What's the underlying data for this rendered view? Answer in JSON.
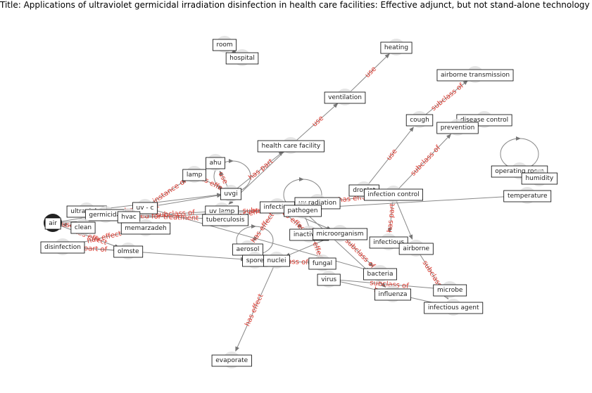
{
  "title": "Title: Applications of ultraviolet germicidal irradiation disinfection in health care facilities: Effective adjunct, but not stand-alone technology",
  "colors": {
    "edge": "#888888",
    "edge_label": "#d9382e",
    "node_fill": "#e0e0e0",
    "box_border": "#000000",
    "focus_node": "#222222"
  },
  "nodes": [
    {
      "id": "room",
      "label": "room"
    },
    {
      "id": "hospital",
      "label": "hospital"
    },
    {
      "id": "heating",
      "label": "heating"
    },
    {
      "id": "airborne_transmission",
      "label": "airborne transmission"
    },
    {
      "id": "ventilation",
      "label": "ventilation"
    },
    {
      "id": "cough",
      "label": "cough"
    },
    {
      "id": "disease_control",
      "label": "disease control"
    },
    {
      "id": "prevention",
      "label": "prevention"
    },
    {
      "id": "health_care_facility",
      "label": "health care facility"
    },
    {
      "id": "ahu",
      "label": "ahu"
    },
    {
      "id": "lamp",
      "label": "lamp"
    },
    {
      "id": "operating_room",
      "label": "operating room"
    },
    {
      "id": "humidity",
      "label": "humidity"
    },
    {
      "id": "uvgi",
      "label": "uvgi"
    },
    {
      "id": "droplet",
      "label": "droplet"
    },
    {
      "id": "infection_control",
      "label": "infection control"
    },
    {
      "id": "temperature",
      "label": "temperature"
    },
    {
      "id": "uv_radiation",
      "label": "uv radiation"
    },
    {
      "id": "ultraviolet",
      "label": "ultraviolet"
    },
    {
      "id": "germicidal",
      "label": "germicidal"
    },
    {
      "id": "uv_c",
      "label": "uv - c"
    },
    {
      "id": "infection",
      "label": "infection"
    },
    {
      "id": "pathogen",
      "label": "pathogen"
    },
    {
      "id": "uv_lamp",
      "label": "uv lamp"
    },
    {
      "id": "hvac",
      "label": "hvac"
    },
    {
      "id": "tuberculosis",
      "label": "tuberculosis"
    },
    {
      "id": "air",
      "label": "air"
    },
    {
      "id": "clean",
      "label": "clean"
    },
    {
      "id": "memarzadeh",
      "label": "memarzadeh"
    },
    {
      "id": "inactivate",
      "label": "inactivate"
    },
    {
      "id": "microorganism",
      "label": "microorganism"
    },
    {
      "id": "infectious",
      "label": "infectious"
    },
    {
      "id": "disinfection",
      "label": "disinfection"
    },
    {
      "id": "olmste",
      "label": "olmste"
    },
    {
      "id": "aerosol",
      "label": "aerosol"
    },
    {
      "id": "airborne",
      "label": "airborne"
    },
    {
      "id": "spore",
      "label": "spore"
    },
    {
      "id": "nuclei",
      "label": "nuclei"
    },
    {
      "id": "fungal",
      "label": "fungal"
    },
    {
      "id": "bacteria",
      "label": "bacteria"
    },
    {
      "id": "virus",
      "label": "virus"
    },
    {
      "id": "microbe",
      "label": "microbe"
    },
    {
      "id": "influenza",
      "label": "influenza"
    },
    {
      "id": "infectious_agent",
      "label": "infectious agent"
    },
    {
      "id": "evaporate",
      "label": "evaporate"
    }
  ],
  "edges": [
    {
      "source": "ventilation",
      "target": "heating",
      "label": "use"
    },
    {
      "source": "health_care_facility",
      "target": "ventilation",
      "label": "use"
    },
    {
      "source": "cough",
      "target": "airborne_transmission",
      "label": "subclass of"
    },
    {
      "source": "droplet",
      "target": "cough",
      "label": "use"
    },
    {
      "source": "infection_control",
      "target": "prevention",
      "label": "subclass of"
    },
    {
      "source": "uvgi",
      "target": "health_care_facility",
      "label": "has part"
    },
    {
      "source": "uvgi",
      "target": "ahu",
      "label": "use"
    },
    {
      "source": "lamp",
      "target": "uvgi",
      "label": "has effect"
    },
    {
      "source": "uv_c",
      "target": "lamp",
      "label": "instance of"
    },
    {
      "source": "air",
      "target": "uvgi",
      "label": "has effect"
    },
    {
      "source": "hvac",
      "target": "uv_lamp",
      "label": "subclass of"
    },
    {
      "source": "germicidal",
      "target": "tuberculosis",
      "label": "used for treatment"
    },
    {
      "source": "air",
      "target": "temperature",
      "label": "part of"
    },
    {
      "source": "uv_radiation",
      "target": "infection_control",
      "label": "has effect"
    },
    {
      "source": "operating_room",
      "target": "operating_room",
      "label": ""
    },
    {
      "source": "infection_control",
      "target": "infectious",
      "label": "has part"
    },
    {
      "source": "infection_control",
      "target": "airborne",
      "label": ""
    },
    {
      "source": "infection",
      "target": "inactivate",
      "label": "has effect"
    },
    {
      "source": "uv_lamp",
      "target": "pathogen",
      "label": "subclass of"
    },
    {
      "source": "tuberculosis",
      "target": "infection",
      "label": "has effect"
    },
    {
      "source": "clean",
      "target": "air",
      "label": "use"
    },
    {
      "source": "disinfection",
      "target": "memarzadeh",
      "label": "has effect"
    },
    {
      "source": "olmste",
      "target": "disinfection",
      "label": "part of"
    },
    {
      "source": "air",
      "target": "olmste",
      "label": "has effect"
    },
    {
      "source": "disinfection",
      "target": "spore",
      "label": ""
    },
    {
      "source": "infection",
      "target": "aerosol",
      "label": "has effect"
    },
    {
      "source": "spore",
      "target": "fungal",
      "label": "subclass of"
    },
    {
      "source": "nuclei",
      "target": "evaporate",
      "label": "has effect"
    },
    {
      "source": "microorganism",
      "target": "bacteria",
      "label": "subclass of"
    },
    {
      "source": "pathogen",
      "target": "virus",
      "label": "has effect"
    },
    {
      "source": "virus",
      "target": "microbe",
      "label": "subclass of"
    },
    {
      "source": "airborne",
      "target": "infectious_agent",
      "label": "subclass of"
    },
    {
      "source": "virus",
      "target": "infectious_agent",
      "label": "has effect"
    },
    {
      "source": "uv_radiation",
      "target": "uv_radiation",
      "label": ""
    },
    {
      "source": "uvgi",
      "target": "uvgi",
      "label": ""
    },
    {
      "source": "aerosol",
      "target": "aerosol",
      "label": ""
    },
    {
      "source": "uv_c",
      "target": "bacteria",
      "label": ""
    },
    {
      "source": "ultraviolet",
      "target": "uvgi",
      "label": ""
    },
    {
      "source": "health_care_facility",
      "target": "uv_lamp",
      "label": ""
    },
    {
      "source": "room",
      "target": "hospital",
      "label": ""
    },
    {
      "source": "microorganism",
      "target": "nuclei",
      "label": ""
    },
    {
      "source": "pathogen",
      "target": "influenza",
      "label": ""
    },
    {
      "source": "infection",
      "target": "microorganism",
      "label": ""
    },
    {
      "source": "spore",
      "target": "nuclei",
      "label": ""
    }
  ]
}
